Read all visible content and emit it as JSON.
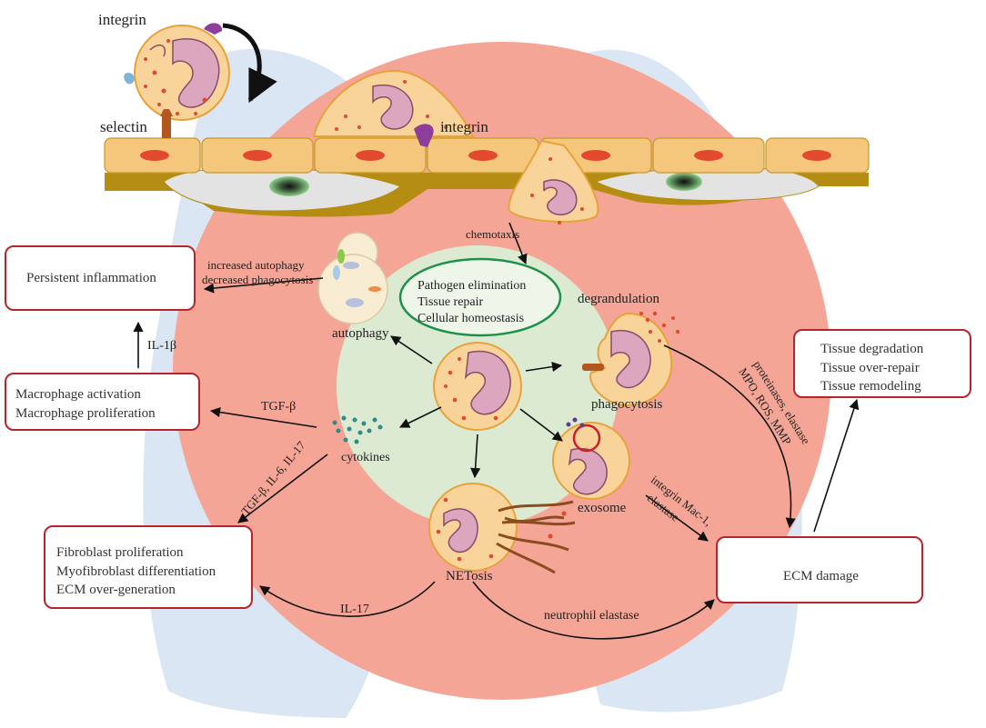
{
  "colors": {
    "lung": "#dae6f3",
    "outer_circle": "#f5a596",
    "inner_circle": "#dcead2",
    "box_border": "#b5252b",
    "oval_border": "#1e9148",
    "endothelium": "#f4c77d",
    "endothelium_dark": "#b58d12",
    "nucleus_red": "#e2492f",
    "cell_fill": "#f8d49a",
    "cell_nucleus": "#dca7be"
  },
  "labels": {
    "integrin_top": "integrin",
    "selectin": "selectin",
    "integrin_mid": "integrin",
    "chemotaxis": "chemotaxis",
    "autophagy_effect_1": "increased autophagy",
    "autophagy_effect_2": "decreased phagocytosis",
    "autophagy": "autophagy",
    "degrandulation": "degrandulation",
    "phagocytosis": "phagocytosis",
    "il1b": "IL-1β",
    "tgfb": "TGF-β",
    "cytokines": "cytokines",
    "cytokine_list": "TGF-β, IL-6, IL-17",
    "exosome": "exosome",
    "netosis": "NETosis",
    "il17": "IL-17",
    "neutrophil_elastase": "neutrophil elastase",
    "integrin_mac1": "integrin Mac-1,",
    "elastase": "elastase",
    "proteinases": "proteinases, elastase",
    "mpo_ros": "MPO, ROS, MMP"
  },
  "center_oval": [
    "Pathogen elimination",
    "Tissue repair",
    "Cellular homeostasis"
  ],
  "boxes": {
    "persistent": [
      "Persistent inflammation"
    ],
    "macrophage": [
      "Macrophage activation",
      "Macrophage proliferation"
    ],
    "fibroblast": [
      "Fibroblast proliferation",
      "Myofibroblast differentiation",
      "ECM over-generation"
    ],
    "ecm": [
      "ECM damage"
    ],
    "tissue": [
      "Tissue degradation",
      "Tissue over-repair",
      "Tissue remodeling"
    ]
  }
}
